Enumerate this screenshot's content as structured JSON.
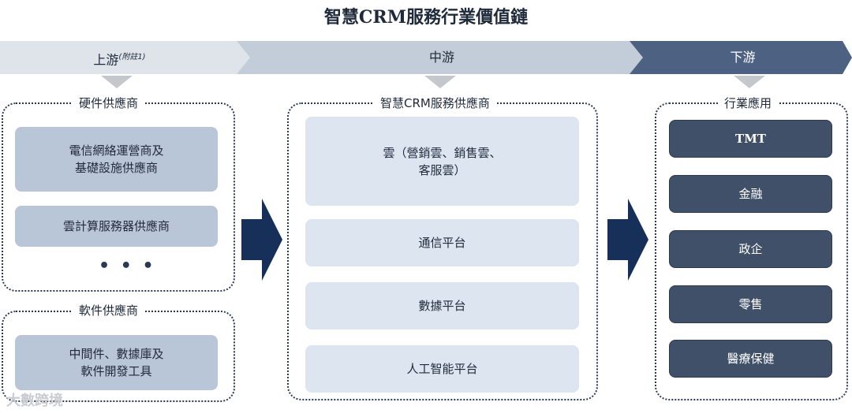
{
  "title": "智慧CRM服務行業價值鏈",
  "stages": {
    "upstream": {
      "label": "上游",
      "note": "(附註1)"
    },
    "midstream": {
      "label": "中游"
    },
    "downstream": {
      "label": "下游"
    }
  },
  "upstream": {
    "hardware": {
      "label": "硬件供應商",
      "items": [
        "電信網絡運營商及\n基礎設施供應商",
        "雲計算服務器供應商"
      ],
      "more": "• • •"
    },
    "software": {
      "label": "軟件供應商",
      "items": [
        "中間件、數據庫及\n軟件開發工具"
      ]
    }
  },
  "midstream": {
    "label": "智慧CRM服務供應商",
    "items": [
      "雲（營銷雲、銷售雲、\n客服雲）",
      "通信平台",
      "數據平台",
      "人工智能平台"
    ]
  },
  "downstream": {
    "label": "行業應用",
    "items": [
      "TMT",
      "金融",
      "政企",
      "零售",
      "醫療保健"
    ]
  },
  "watermark": "大數跨境",
  "colors": {
    "banner_light": "#dfe4ea",
    "banner_mid": "#c3cdd9",
    "banner_dark": "#4d6282",
    "arrow": "#17305a",
    "up_box": "#b9c6d8",
    "mid_box": "#dde5f1",
    "down_box": "#3f5068"
  }
}
